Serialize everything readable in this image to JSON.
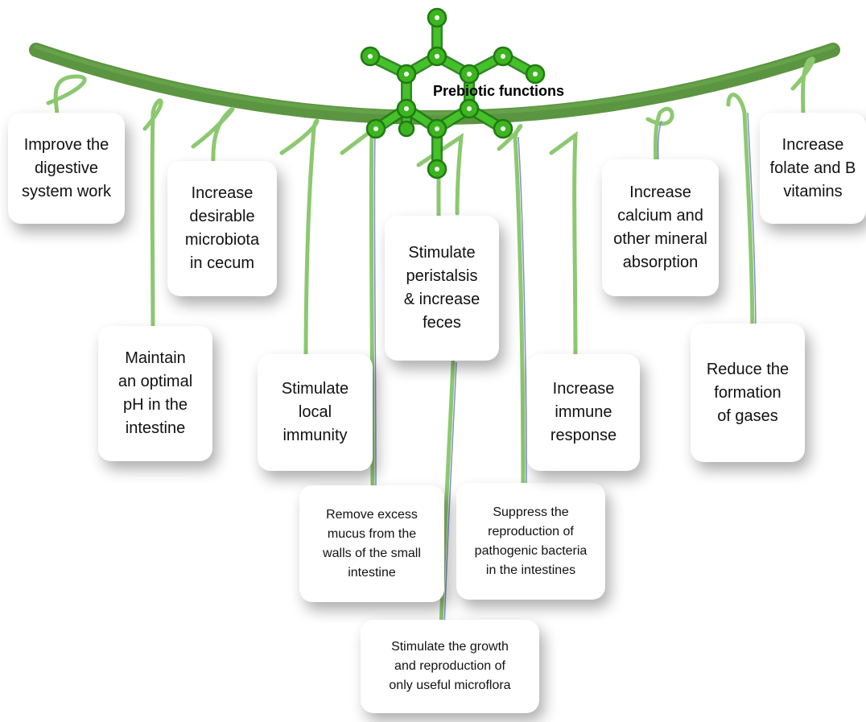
{
  "title": "Prebiotic functions",
  "colors": {
    "branch": "#4a8a2c",
    "vine": "#8cc870",
    "molecule": "#3cb51f",
    "molecule_dark": "#1f7a12"
  },
  "functions": {
    "f1": "Improve the\ndigestive\nsystem work",
    "f2": "Increase\ndesirable\nmicrobiota\nin cecum",
    "f3": "Maintain\nan optimal\npH in the\nintestine",
    "f4": "Stimulate\nlocal\nimmunity",
    "f5": "Stimulate\nperistalsis\n& increase\nfeces",
    "f6": "Remove excess\nmucus from the\nwalls of the small\nintestine",
    "f7": "Suppress the\nreproduction of\npathogenic bacteria\nin the intestines",
    "f8": "Stimulate the growth\nand reproduction of\nonly useful microflora",
    "f9": "Increase\nimmune\nresponse",
    "f10": "Increase\ncalcium and\nother mineral\nabsorption",
    "f11": "Reduce the\nformation\nof gases",
    "f12": "Increase\nfolate and B\nvitamins"
  }
}
